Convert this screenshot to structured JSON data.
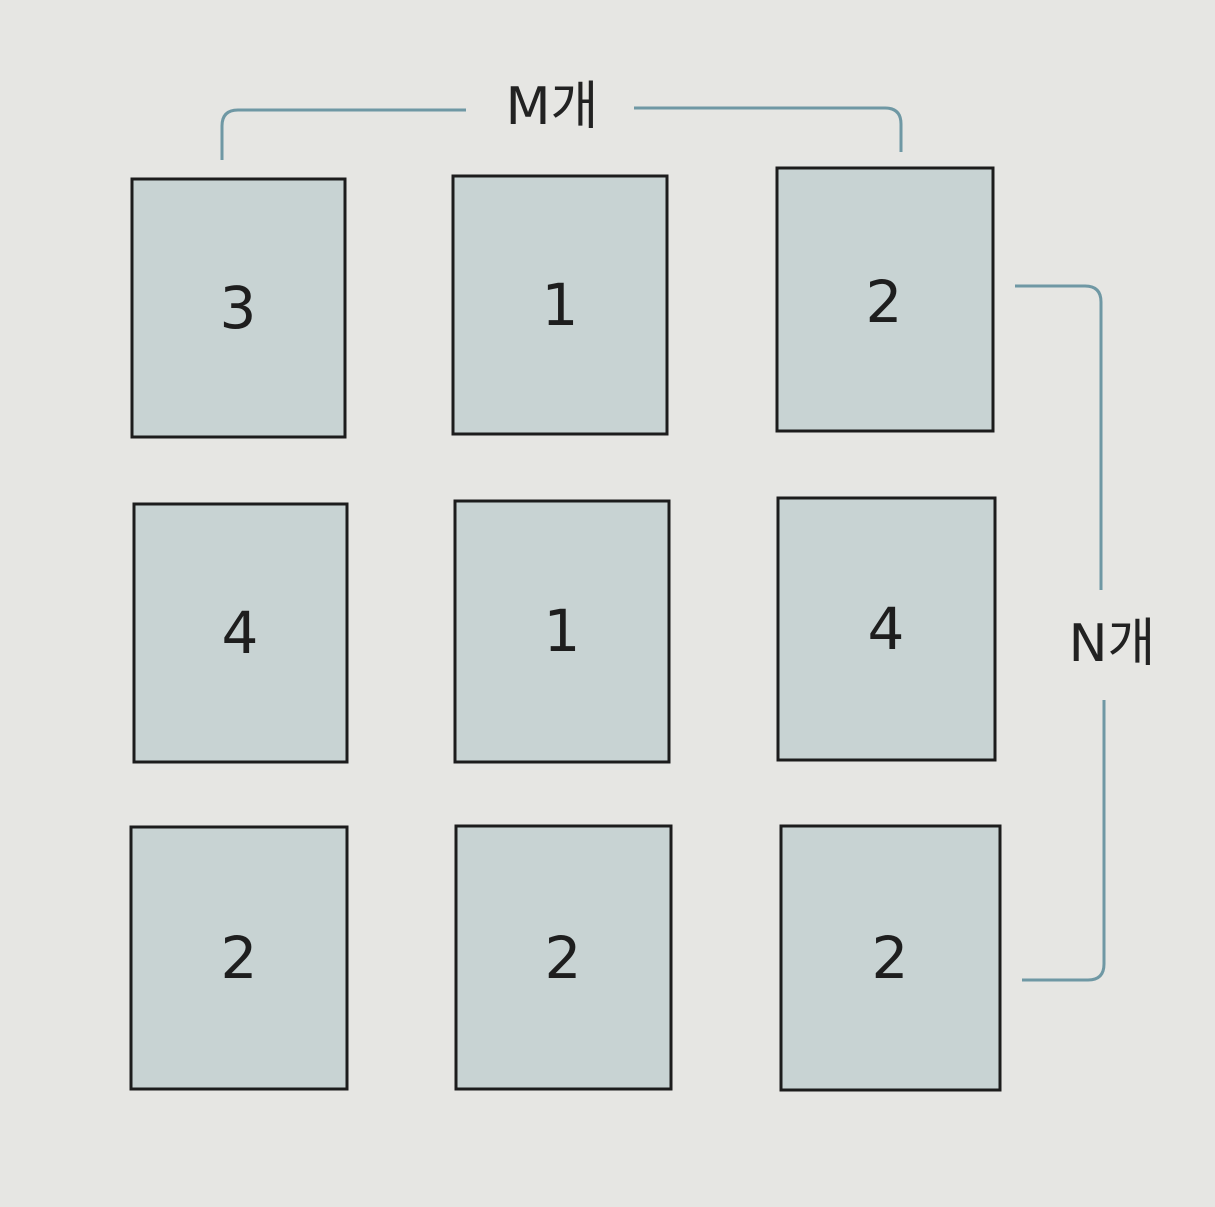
{
  "labels": {
    "columns": "M개",
    "rows": "N개"
  },
  "grid": {
    "rows": [
      [
        "3",
        "1",
        "2"
      ],
      [
        "4",
        "1",
        "4"
      ],
      [
        "2",
        "2",
        "2"
      ]
    ]
  },
  "colors": {
    "card_fill": "#c8d3d3",
    "card_border": "#1c1c1c",
    "bracket": "#6f98a4",
    "background": "#e6e6e3"
  }
}
